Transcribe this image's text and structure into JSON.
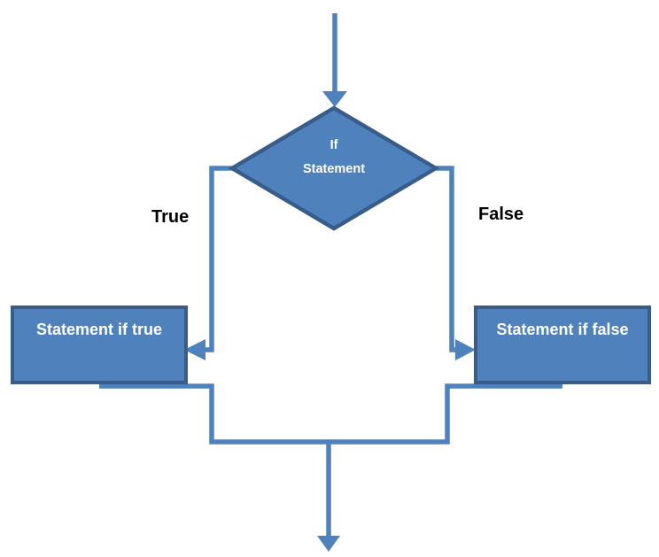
{
  "colors": {
    "background": "#ffffff",
    "shape_fill": "#4f81bd",
    "shape_border": "#385d8a",
    "connector": "#4f81bd",
    "shape_text": "#ffffff",
    "branch_label_text": "#000000"
  },
  "flowchart": {
    "decision": {
      "line1": "If",
      "line2": "Statement"
    },
    "branches": {
      "true_label": "True",
      "false_label": "False"
    },
    "boxes": {
      "true_box": "Statement if true",
      "false_box": "Statement if false"
    }
  }
}
